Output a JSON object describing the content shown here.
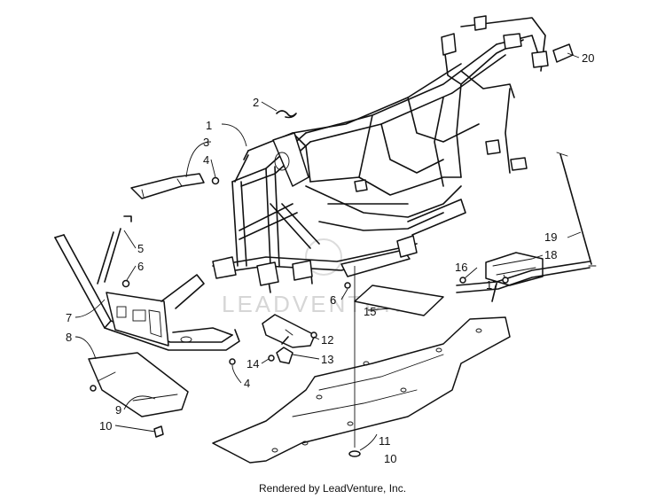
{
  "watermark": "LEADVENTURE",
  "footer": "Rendered by LeadVenture, Inc.",
  "callouts": [
    {
      "id": "c1",
      "label": "1"
    },
    {
      "id": "c2",
      "label": "2"
    },
    {
      "id": "c3",
      "label": "3"
    },
    {
      "id": "c4a",
      "label": "4"
    },
    {
      "id": "c4b",
      "label": "4"
    },
    {
      "id": "c5",
      "label": "5"
    },
    {
      "id": "c6a",
      "label": "6"
    },
    {
      "id": "c6b",
      "label": "6"
    },
    {
      "id": "c7",
      "label": "7"
    },
    {
      "id": "c8",
      "label": "8"
    },
    {
      "id": "c9",
      "label": "9"
    },
    {
      "id": "c10a",
      "label": "10"
    },
    {
      "id": "c10b",
      "label": "10"
    },
    {
      "id": "c11",
      "label": "11"
    },
    {
      "id": "c12",
      "label": "12"
    },
    {
      "id": "c13",
      "label": "13"
    },
    {
      "id": "c14",
      "label": "14"
    },
    {
      "id": "c15",
      "label": "15"
    },
    {
      "id": "c16",
      "label": "16"
    },
    {
      "id": "c17",
      "label": "17"
    },
    {
      "id": "c18",
      "label": "18"
    },
    {
      "id": "c19",
      "label": "19"
    },
    {
      "id": "c20",
      "label": "20"
    }
  ]
}
